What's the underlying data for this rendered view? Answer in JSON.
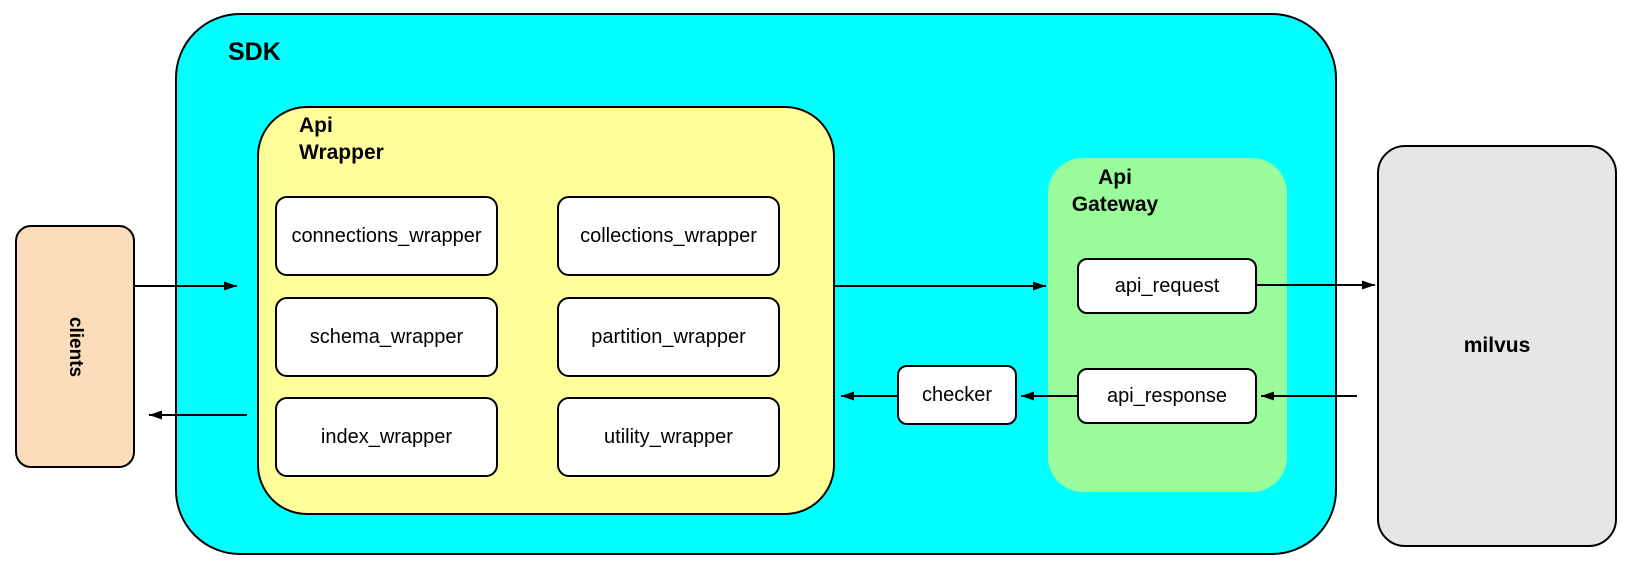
{
  "diagram": {
    "nodes": {
      "clients": {
        "label": "clients"
      },
      "sdk": {
        "label": "SDK"
      },
      "api_wrapper": {
        "label_line1": "Api",
        "label_line2": "Wrapper"
      },
      "modules": [
        "connections_wrapper",
        "collections_wrapper",
        "schema_wrapper",
        "partition_wrapper",
        "index_wrapper",
        "utility_wrapper"
      ],
      "checker": {
        "label": "checker"
      },
      "api_gateway": {
        "label_line1": "Api",
        "label_line2": "Gateway"
      },
      "gateway_items": [
        "api_request",
        "api_response"
      ],
      "milvus": {
        "label": "milvus"
      }
    },
    "edges": [
      {
        "from": "clients",
        "to": "sdk"
      },
      {
        "from": "sdk",
        "to": "clients"
      },
      {
        "from": "api_wrapper",
        "to": "api_gateway"
      },
      {
        "from": "api_request",
        "to": "milvus"
      },
      {
        "from": "milvus",
        "to": "api_response"
      },
      {
        "from": "api_response",
        "to": "checker"
      },
      {
        "from": "checker",
        "to": "api_wrapper"
      }
    ],
    "colors": {
      "sdk_fill": "#00FFFF",
      "api_wrapper_fill": "#FFFF99",
      "api_gateway_fill": "#99FB99",
      "clients_fill": "#FBDCBB",
      "milvus_fill": "#E6E6E6",
      "node_fill": "#FFFFFF",
      "border": "#000000",
      "arrow": "#000000"
    }
  }
}
